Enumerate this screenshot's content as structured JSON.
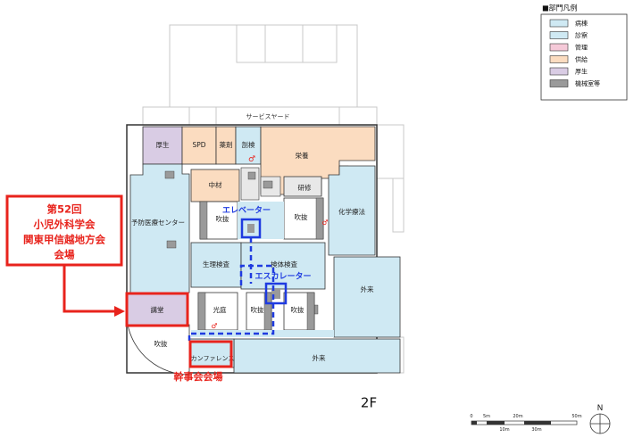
{
  "legend": {
    "title": "■部門凡例",
    "items": [
      {
        "label": "病棟",
        "color": "#cfe9f3"
      },
      {
        "label": "診察",
        "color": "#cfe9f3"
      },
      {
        "label": "管理",
        "color": "#f5c9d8"
      },
      {
        "label": "供給",
        "color": "#fbdcc0"
      },
      {
        "label": "厚生",
        "color": "#d9cce4"
      },
      {
        "label": "機械室等",
        "color": "#9a9a9a"
      }
    ]
  },
  "colors": {
    "blue": "#cfe9f3",
    "orange": "#fbdcc0",
    "purple": "#d9cce4",
    "gray_dark": "#9a9a9a",
    "gray_light": "#e8e8e8",
    "red": "#e8231c",
    "route_blue": "#1f3be0"
  },
  "rooms": {
    "service_yard": "サービスヤード",
    "kousei": "厚生",
    "spd": "SPD",
    "yakuzai": "薬剤",
    "kento": "剖検",
    "eiyou": "栄養",
    "chuzai": "中材",
    "kenshu": "研修",
    "yobou": "予防医療センター",
    "fukinuke": "吹抜",
    "kagaku": "化学療法",
    "seiri": "生理検査",
    "kentai": "検体検査",
    "gairai": "外来",
    "koutei": "光庭",
    "kodo": "講堂",
    "conference": "カンファレンス",
    "floor": "2F"
  },
  "callouts": {
    "elevator": "エレベーター",
    "escalator": "エスカレーター",
    "main_venue": [
      "第52回",
      "小児外科学会",
      "関東甲信越地方会",
      "会場"
    ],
    "exec_venue": "幹事会会場"
  },
  "scale": {
    "top_ticks": [
      "0",
      "5m",
      "20m",
      "50m"
    ],
    "bottom_ticks": [
      "10m",
      "30m"
    ],
    "north": "N"
  }
}
